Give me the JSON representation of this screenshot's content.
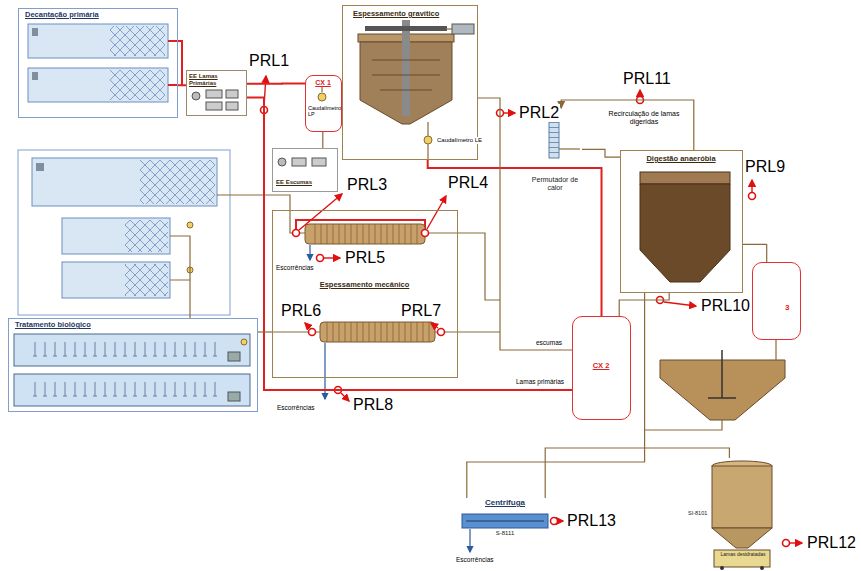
{
  "diagram": {
    "nodes": [
      {
        "text": [
          "Decantação primária"
        ]
      },
      {
        "text": [
          "EE Lamas Primárias"
        ]
      },
      {
        "text": [
          "CX 1"
        ]
      },
      {
        "text": [
          "EE Escumas"
        ]
      },
      {
        "text": [
          "Espessamento gravítico"
        ]
      },
      {
        "text": [
          "Permutador de calor"
        ]
      },
      {
        "text": [
          "Digestão anaeróbia"
        ]
      },
      {
        "text": [
          "Tratamento biológico"
        ]
      },
      {
        "text": [
          "Espessamento mecânico"
        ]
      },
      {
        "text": [
          "CX 2"
        ]
      },
      {
        "text": [
          "3"
        ]
      },
      {
        "text": [
          "Centrifuga",
          "S-8111"
        ]
      },
      {
        "text": [
          "SI-8101",
          "Lamas desidratadas"
        ]
      }
    ],
    "edges": [
      {
        "from": 0,
        "to": 1,
        "arrow": "none"
      },
      {
        "from": 1,
        "to": 2,
        "arrow": "none"
      },
      {
        "from": 2,
        "to": 3,
        "arrow": "none"
      },
      {
        "from": 1,
        "to": 9,
        "label": "Lamas primárias",
        "arrow": "none"
      },
      {
        "from": 4,
        "to": 9,
        "arrow": "none"
      },
      {
        "from": 4,
        "to": 9,
        "label": "escumas",
        "arrow": "none"
      },
      {
        "from": 9,
        "to": 6,
        "arrow": "none"
      },
      {
        "from": 6,
        "to": 5,
        "label": "Recirculação de lamas digeridas",
        "arrow": "to"
      },
      {
        "from": 5,
        "to": 6,
        "arrow": "none"
      },
      {
        "from": 10,
        "to": 6,
        "arrow": "none"
      },
      {
        "from": 6,
        "to": 11,
        "arrow": "none"
      },
      {
        "from": 11,
        "to": 12,
        "arrow": "none"
      },
      {
        "from": 7,
        "to": 8,
        "arrow": "none"
      }
    ],
    "labels": [
      "PRL1",
      "PRL2",
      "PRL11",
      "PRL9",
      "PRL3",
      "PRL4",
      "PRL5",
      "Escorrências",
      "PRL6",
      "PRL7",
      "PRL10",
      "Escorrências",
      "PRL8",
      "Caudalímetro LP",
      "Caudalímetro LE",
      "Escorrências",
      "PRL13",
      "PRL12"
    ]
  }
}
